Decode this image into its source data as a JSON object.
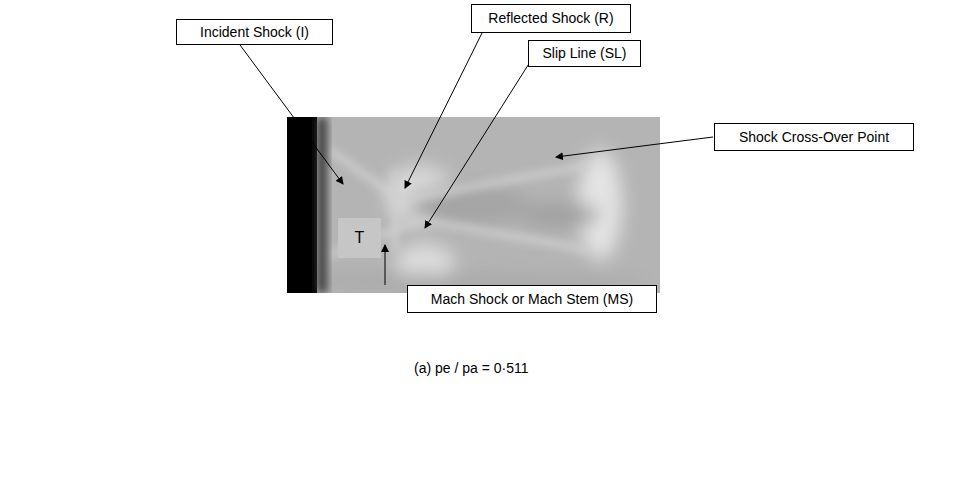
{
  "diagram": {
    "caption": "(a) pe / pa = 0·511",
    "nodes": [
      {
        "text": [
          "Incident Shock (I)"
        ]
      },
      {
        "text": [
          "Reflected Shock (R)"
        ]
      },
      {
        "text": [
          "Slip Line (SL)"
        ]
      },
      {
        "text": [
          "T"
        ]
      },
      {
        "text": [
          "Shock Cross-Over Point"
        ]
      },
      {
        "text": [
          "Mach Shock or Mach Stem (MS)"
        ]
      }
    ]
  }
}
